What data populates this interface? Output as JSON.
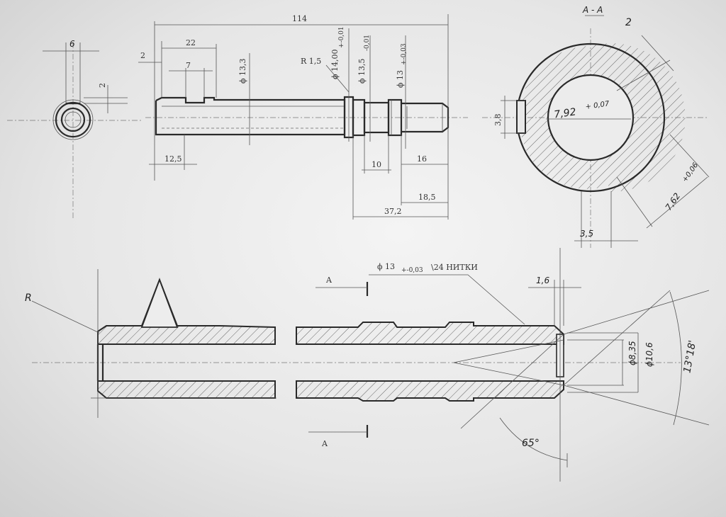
{
  "labels": {
    "d6": "6",
    "d2_side": "2",
    "d114": "114",
    "d2_left": "2",
    "d22": "22",
    "d7": "7",
    "phi133": "ϕ 13,3",
    "r15": "R 1,5",
    "phi14": "ϕ 14,00",
    "phi14_tol": "+-0,01",
    "phi135": "ϕ 13,5",
    "phi135_tol": "-0,01",
    "phi13": "ϕ 13",
    "phi13_tol": "+-0,03",
    "d125": "12,5",
    "d10": "10",
    "d16": "16",
    "d185": "18,5",
    "d372": "37,2",
    "section_title": "A - A",
    "callout2": "2",
    "d38": "3,8",
    "d792": "7,92",
    "d792_tol": "+ 0,07",
    "d762": "7,62",
    "d762_tol": "+0,06",
    "d35": "3,5",
    "thread_note": "ϕ 13 ±0,03\\24  НИТКИ",
    "thread_main": "ϕ 13",
    "thread_tol": "+-0,03",
    "thread_text": "\\24  НИТКИ",
    "sectA_top": "A",
    "sectA_bottom": "A",
    "d16b": "1,6",
    "phi835": "ϕ8,35",
    "phi106": "ϕ10,6",
    "angle1318": "13°18'",
    "angle65": "65°",
    "radiusR": "R"
  }
}
